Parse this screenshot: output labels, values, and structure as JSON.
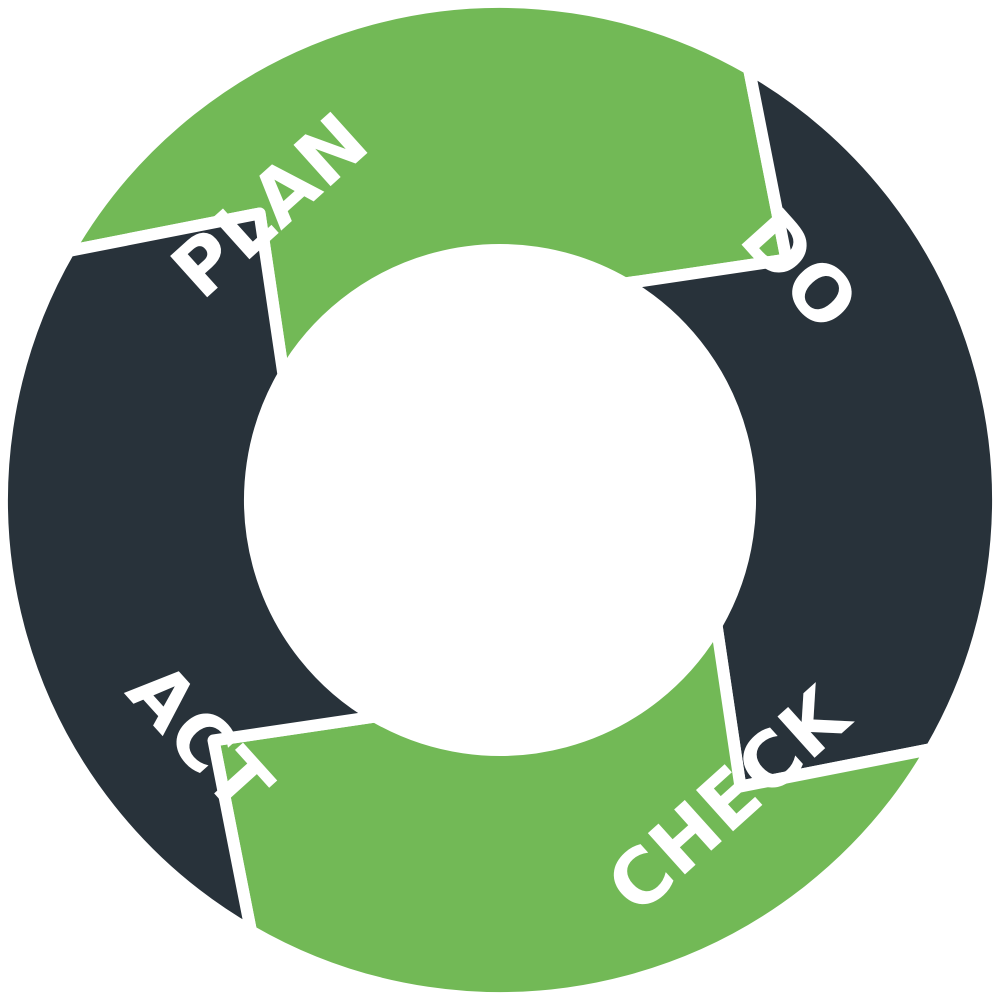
{
  "diagram": {
    "stages": [
      {
        "id": "plan",
        "label": "PLAN",
        "color": "#72b956"
      },
      {
        "id": "do",
        "label": "DO",
        "color": "#28323a"
      },
      {
        "id": "check",
        "label": "CHECK",
        "color": "#72b956"
      },
      {
        "id": "act",
        "label": "ACT",
        "color": "#28323a"
      }
    ],
    "center_color": "#ffffff",
    "separator_color": "#ffffff"
  }
}
